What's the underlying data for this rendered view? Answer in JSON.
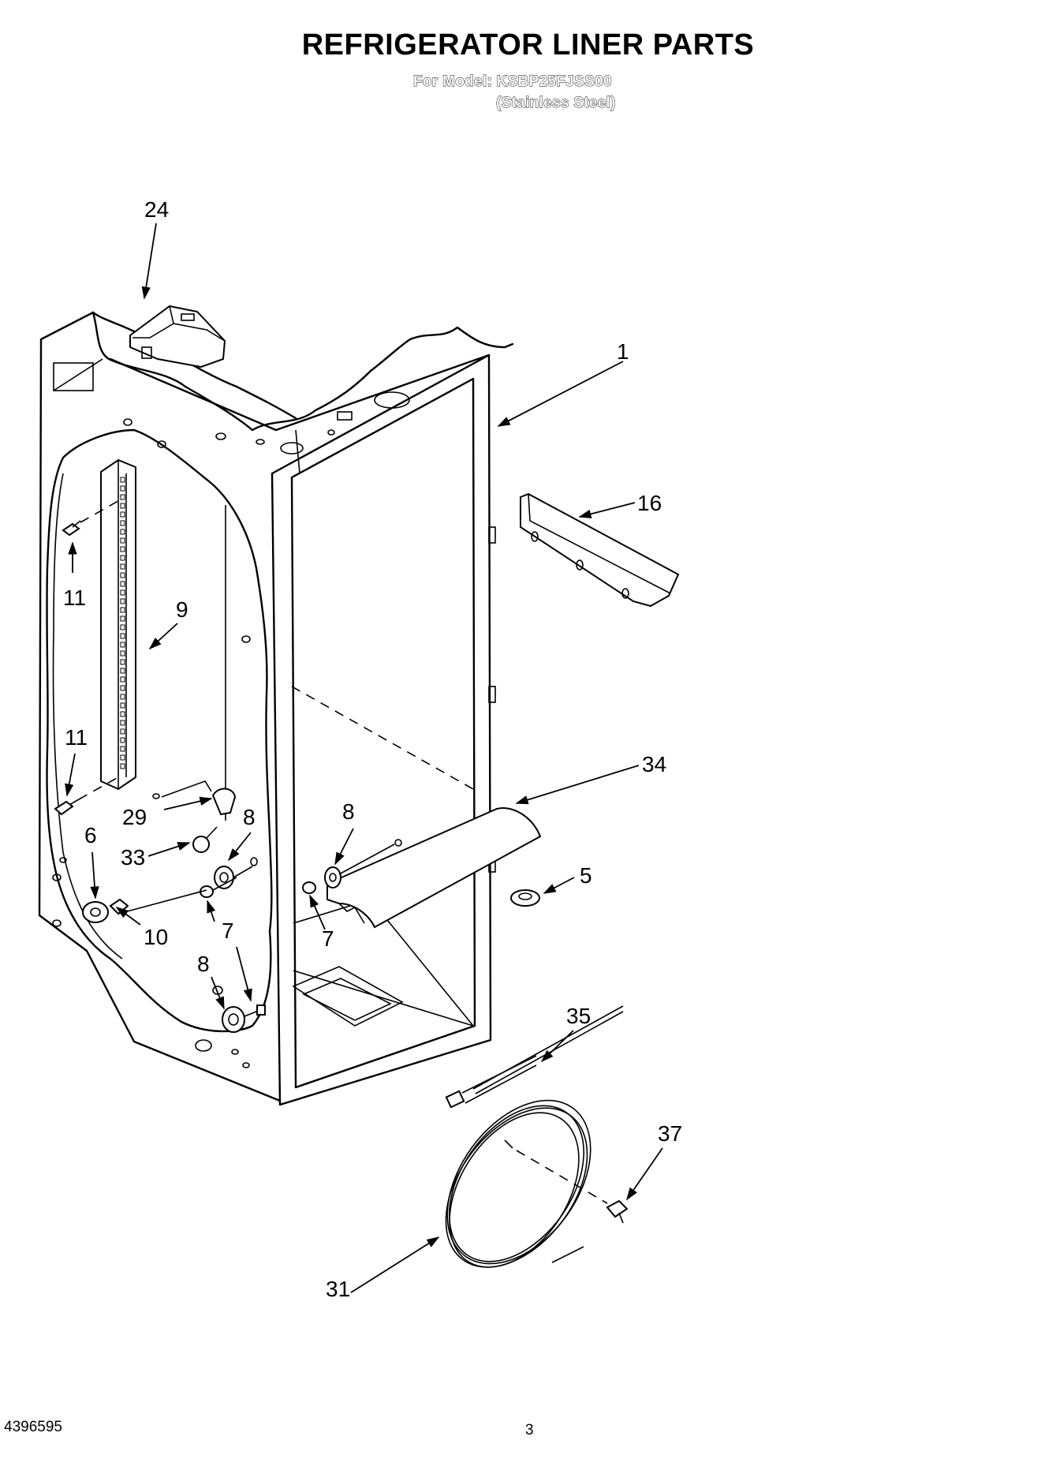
{
  "title": "REFRIGERATOR LINER PARTS",
  "model_line": "For Model: KSBP25FJSS00",
  "variant_line": "(Stainless Steel)",
  "callouts": {
    "c24": "24",
    "c1": "1",
    "c16": "16",
    "c11a": "11",
    "c9": "9",
    "c11b": "11",
    "c29": "29",
    "c8a": "8",
    "c33": "33",
    "c6": "6",
    "c10": "10",
    "c7a": "7",
    "c8b": "8",
    "c8c": "8",
    "c7b": "7",
    "c34": "34",
    "c5": "5",
    "c35": "35",
    "c37": "37",
    "c31": "31"
  },
  "footer": {
    "doc_number": "4396595",
    "page_number": "3"
  }
}
